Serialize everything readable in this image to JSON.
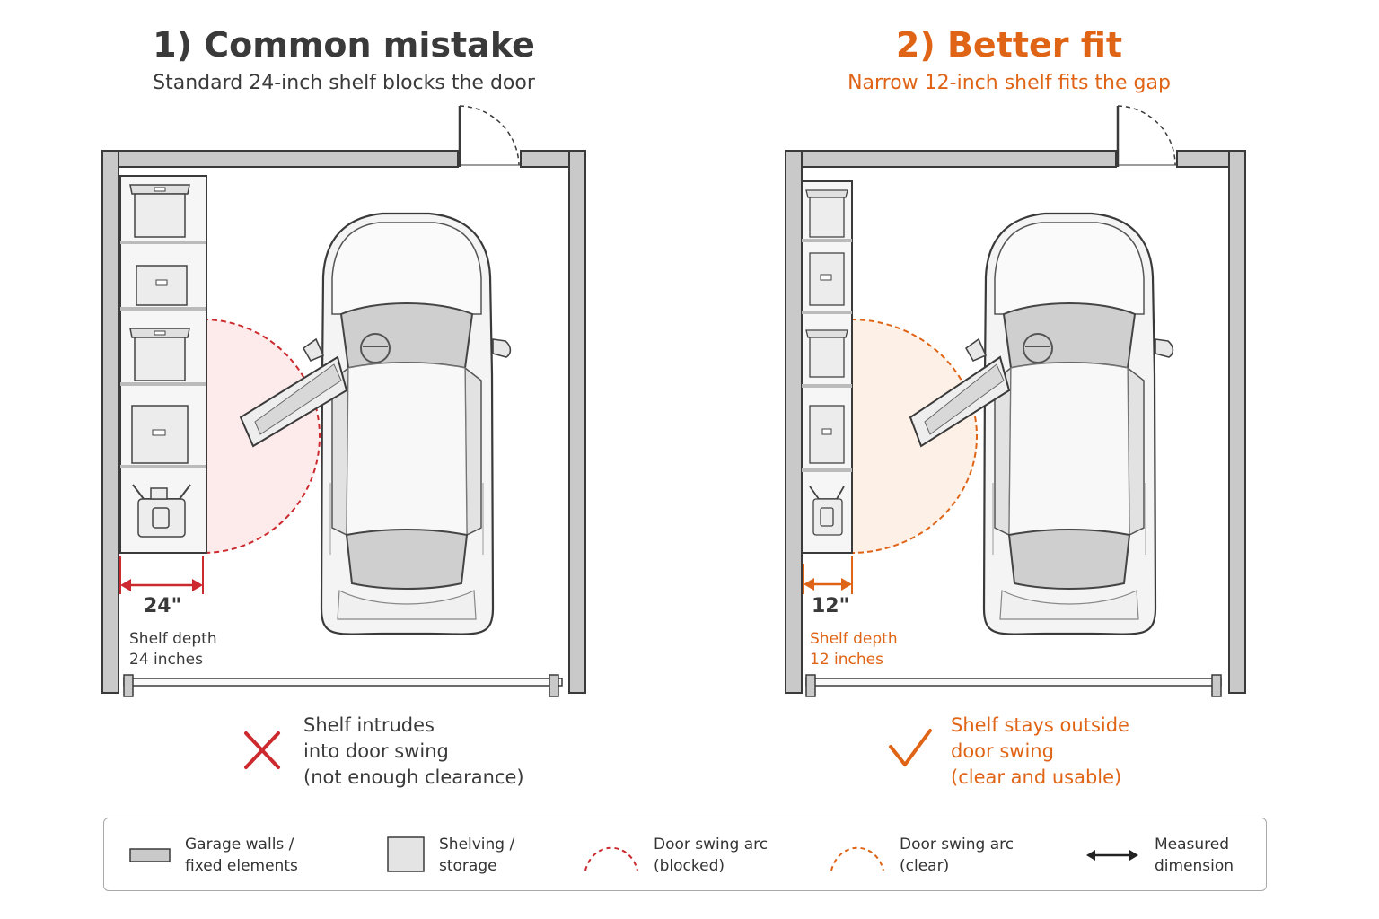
{
  "colors": {
    "accent_red": "#cc2a2f",
    "accent_orange": "#e06416",
    "wall_gray": "#c9c9c9",
    "line_dark": "#3a3a3a"
  },
  "left": {
    "title": "1) Common mistake",
    "subtitle": "Standard 24-inch shelf blocks the door",
    "dimension_label": "24\"",
    "shelf_caption_1": "Shelf depth",
    "shelf_caption_2": "24 inches",
    "note_line_1": "Shelf intrudes",
    "note_line_2": "into door swing",
    "note_line_3": "(not enough clearance)",
    "status_icon": "x-mark-icon"
  },
  "right": {
    "title": "2) Better fit",
    "subtitle": "Narrow 12-inch shelf fits the gap",
    "dimension_label": "12\"",
    "shelf_caption_1": "Shelf depth",
    "shelf_caption_2": "12 inches",
    "note_line_1": "Shelf stays outside",
    "note_line_2": "door swing",
    "note_line_3": "(clear and usable)",
    "status_icon": "check-mark-icon"
  },
  "legend": {
    "walls_1": "Garage walls /",
    "walls_2": "fixed elements",
    "shelving_1": "Shelving /",
    "shelving_2": "storage",
    "arc_blocked_1": "Door swing arc",
    "arc_blocked_2": "(blocked)",
    "arc_clear_1": "Door swing arc",
    "arc_clear_2": "(clear)",
    "dimension_1": "Measured",
    "dimension_2": "dimension"
  }
}
